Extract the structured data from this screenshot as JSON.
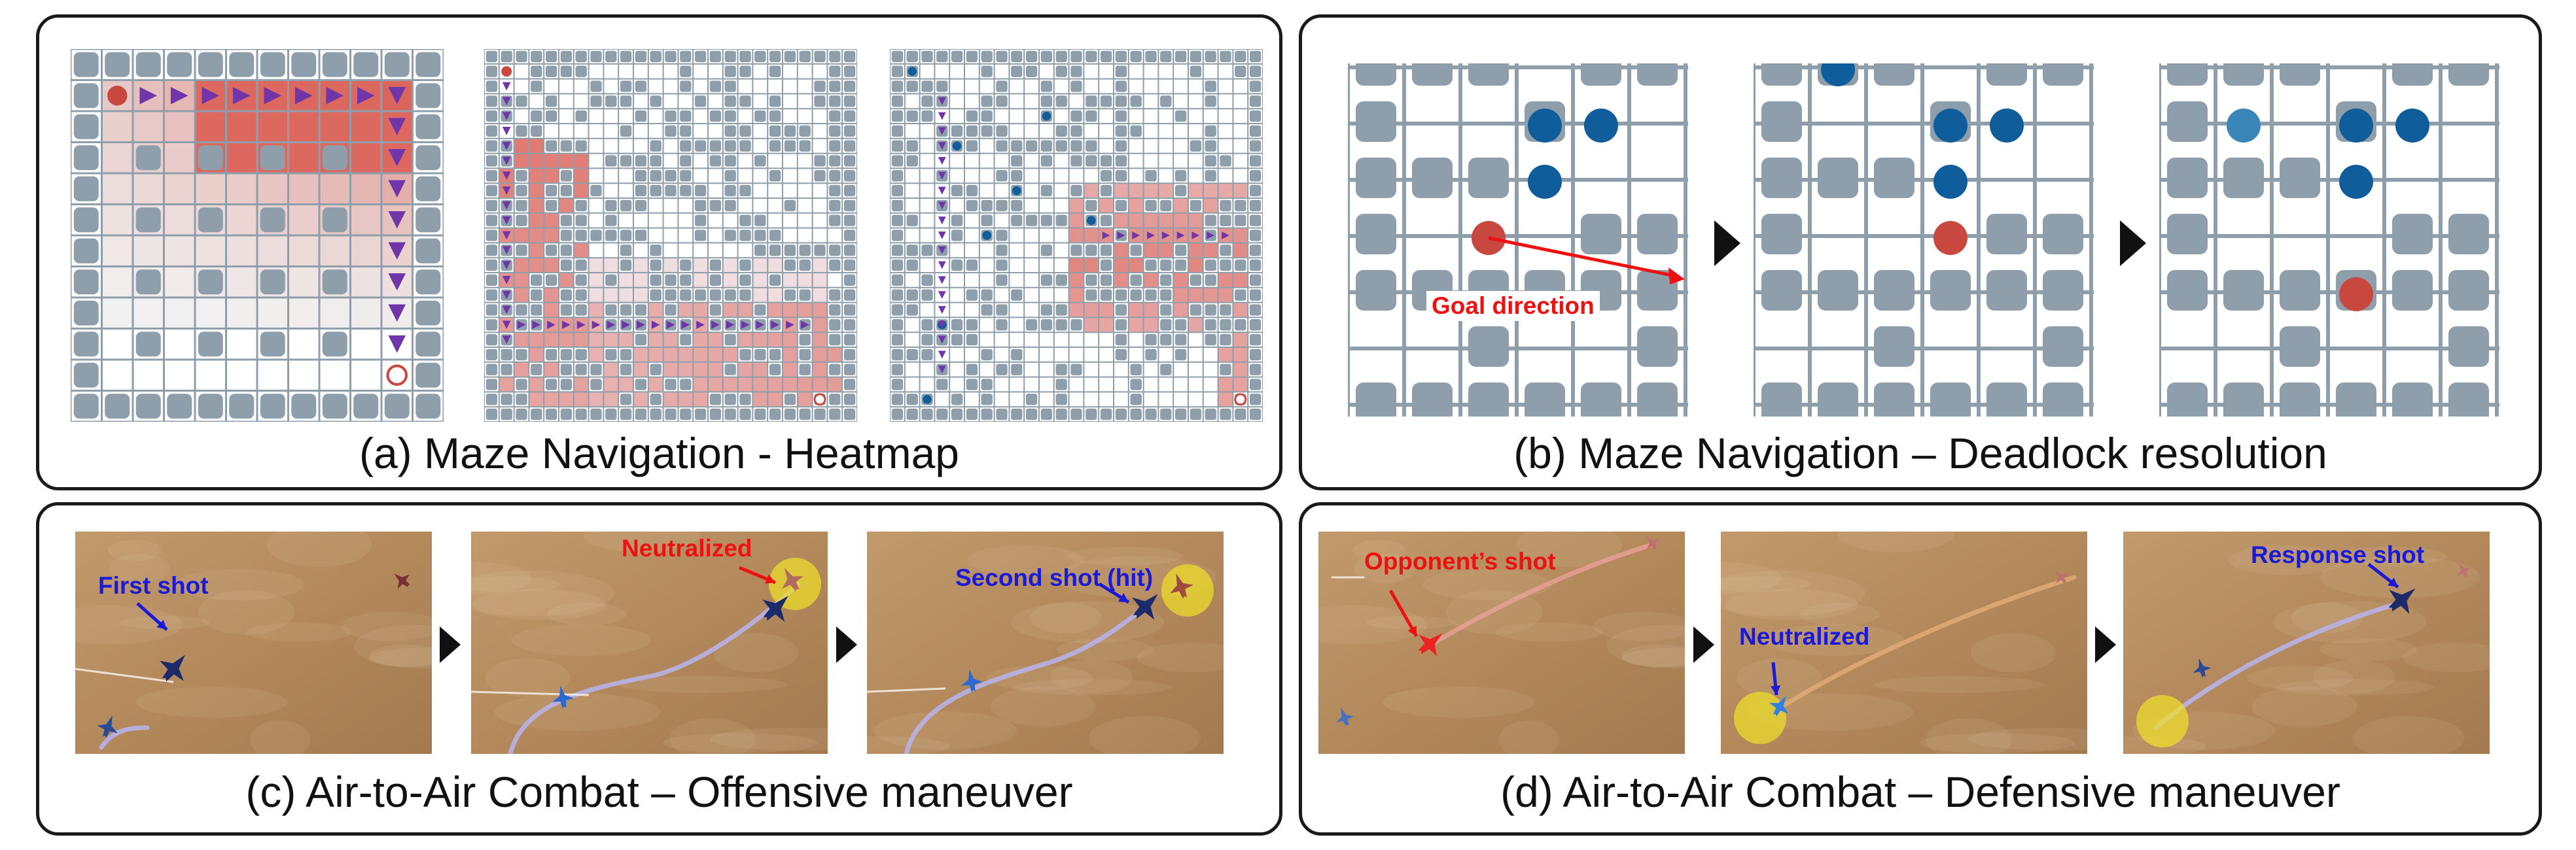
{
  "colors": {
    "wall": "#8e9fab",
    "grid_line": "#8e9fab",
    "agent_red": "#c8473e",
    "agent_blue": "#0f5d9a",
    "path_triangle": "#7035a8",
    "label_red": "#ee1111",
    "label_blue": "#1a1ad8",
    "sand": "#b48a5e"
  },
  "panels": {
    "a": {
      "caption": "(a) Maze Navigation - Heatmap"
    },
    "b": {
      "caption": "(b) Maze Navigation – Deadlock resolution",
      "annotation": "Goal direction"
    },
    "c": {
      "caption": "(c) Air-to-Air Combat – Offensive maneuver",
      "labels": [
        "First shot",
        "Neutralized",
        "Second shot (hit)"
      ]
    },
    "d": {
      "caption": "(d) Air-to-Air Combat – Defensive maneuver",
      "labels": [
        "Opponent’s shot",
        "Neutralized",
        "Response shot"
      ]
    }
  }
}
